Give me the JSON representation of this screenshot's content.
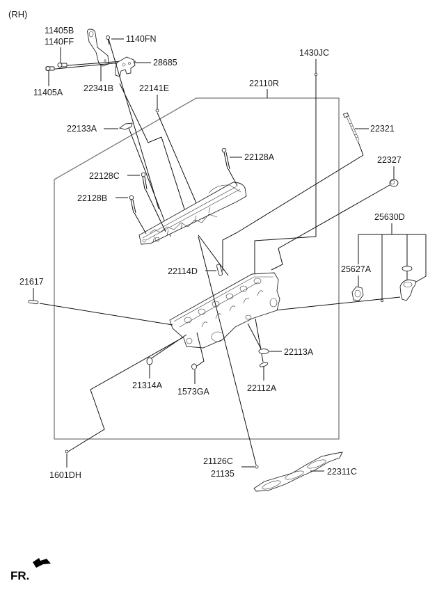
{
  "header": {
    "side_label": "(RH)"
  },
  "footer": {
    "direction_label": "FR.",
    "direction_icon": "arrow-front-icon"
  },
  "parts": {
    "p11405B": "11405B",
    "p1140FF": "1140FF",
    "p11405A": "11405A",
    "p22341B": "22341B",
    "p1140FN": "1140FN",
    "p28685": "28685",
    "p22141E": "22141E",
    "p1430JC": "1430JC",
    "p22110R": "22110R",
    "p22133A": "22133A",
    "p22321": "22321",
    "p22128A": "22128A",
    "p22128C": "22128C",
    "p22128B": "22128B",
    "p22327": "22327",
    "p25630D": "25630D",
    "p25627A": "25627A",
    "p22114D": "22114D",
    "p21617": "21617",
    "p22113A": "22113A",
    "p21314A": "21314A",
    "p1573GA": "1573GA",
    "p22112A": "22112A",
    "p1601DH": "1601DH",
    "p21126C": "21126C",
    "p21135": "21135",
    "p22311C": "22311C"
  }
}
